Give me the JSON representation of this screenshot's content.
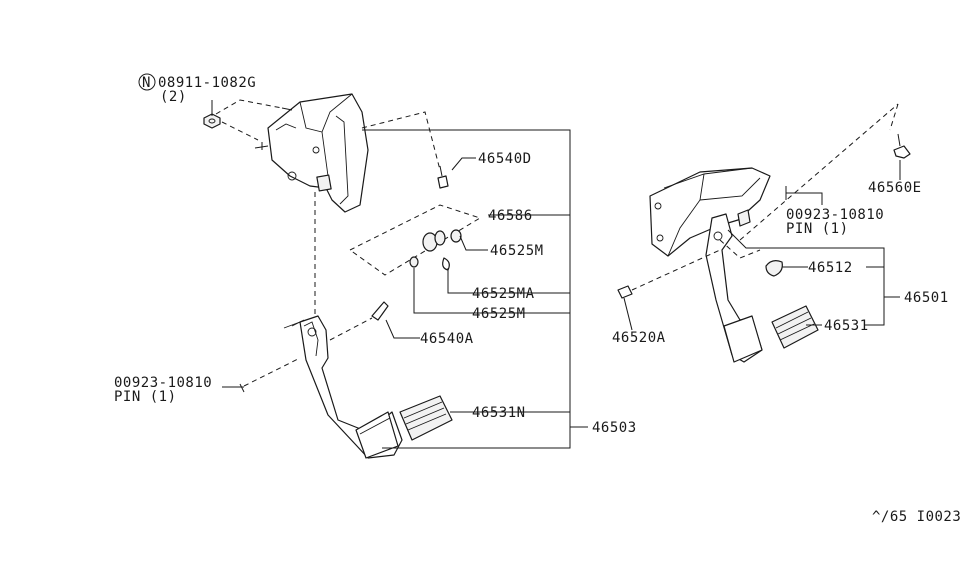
{
  "diagram": {
    "callouts": {
      "n_circle": "N",
      "nut_part": "08911-1082G",
      "nut_qty": "(2)",
      "p46540D": "46540D",
      "p46586": "46586",
      "p46525M_a": "46525M",
      "p46525MA": "46525MA",
      "p46525M_b": "46525M",
      "p46540A": "46540A",
      "pin_left_part": "00923-10810",
      "pin_left_qty": "PIN (1)",
      "p46531N": "46531N",
      "p46503": "46503",
      "p46560E": "46560E",
      "pin_right_part": "00923-10810",
      "pin_right_qty": "PIN (1)",
      "p46512": "46512",
      "p46501": "46501",
      "p46520A": "46520A",
      "p46531": "46531",
      "ref_code": "^/65 I0023"
    }
  }
}
